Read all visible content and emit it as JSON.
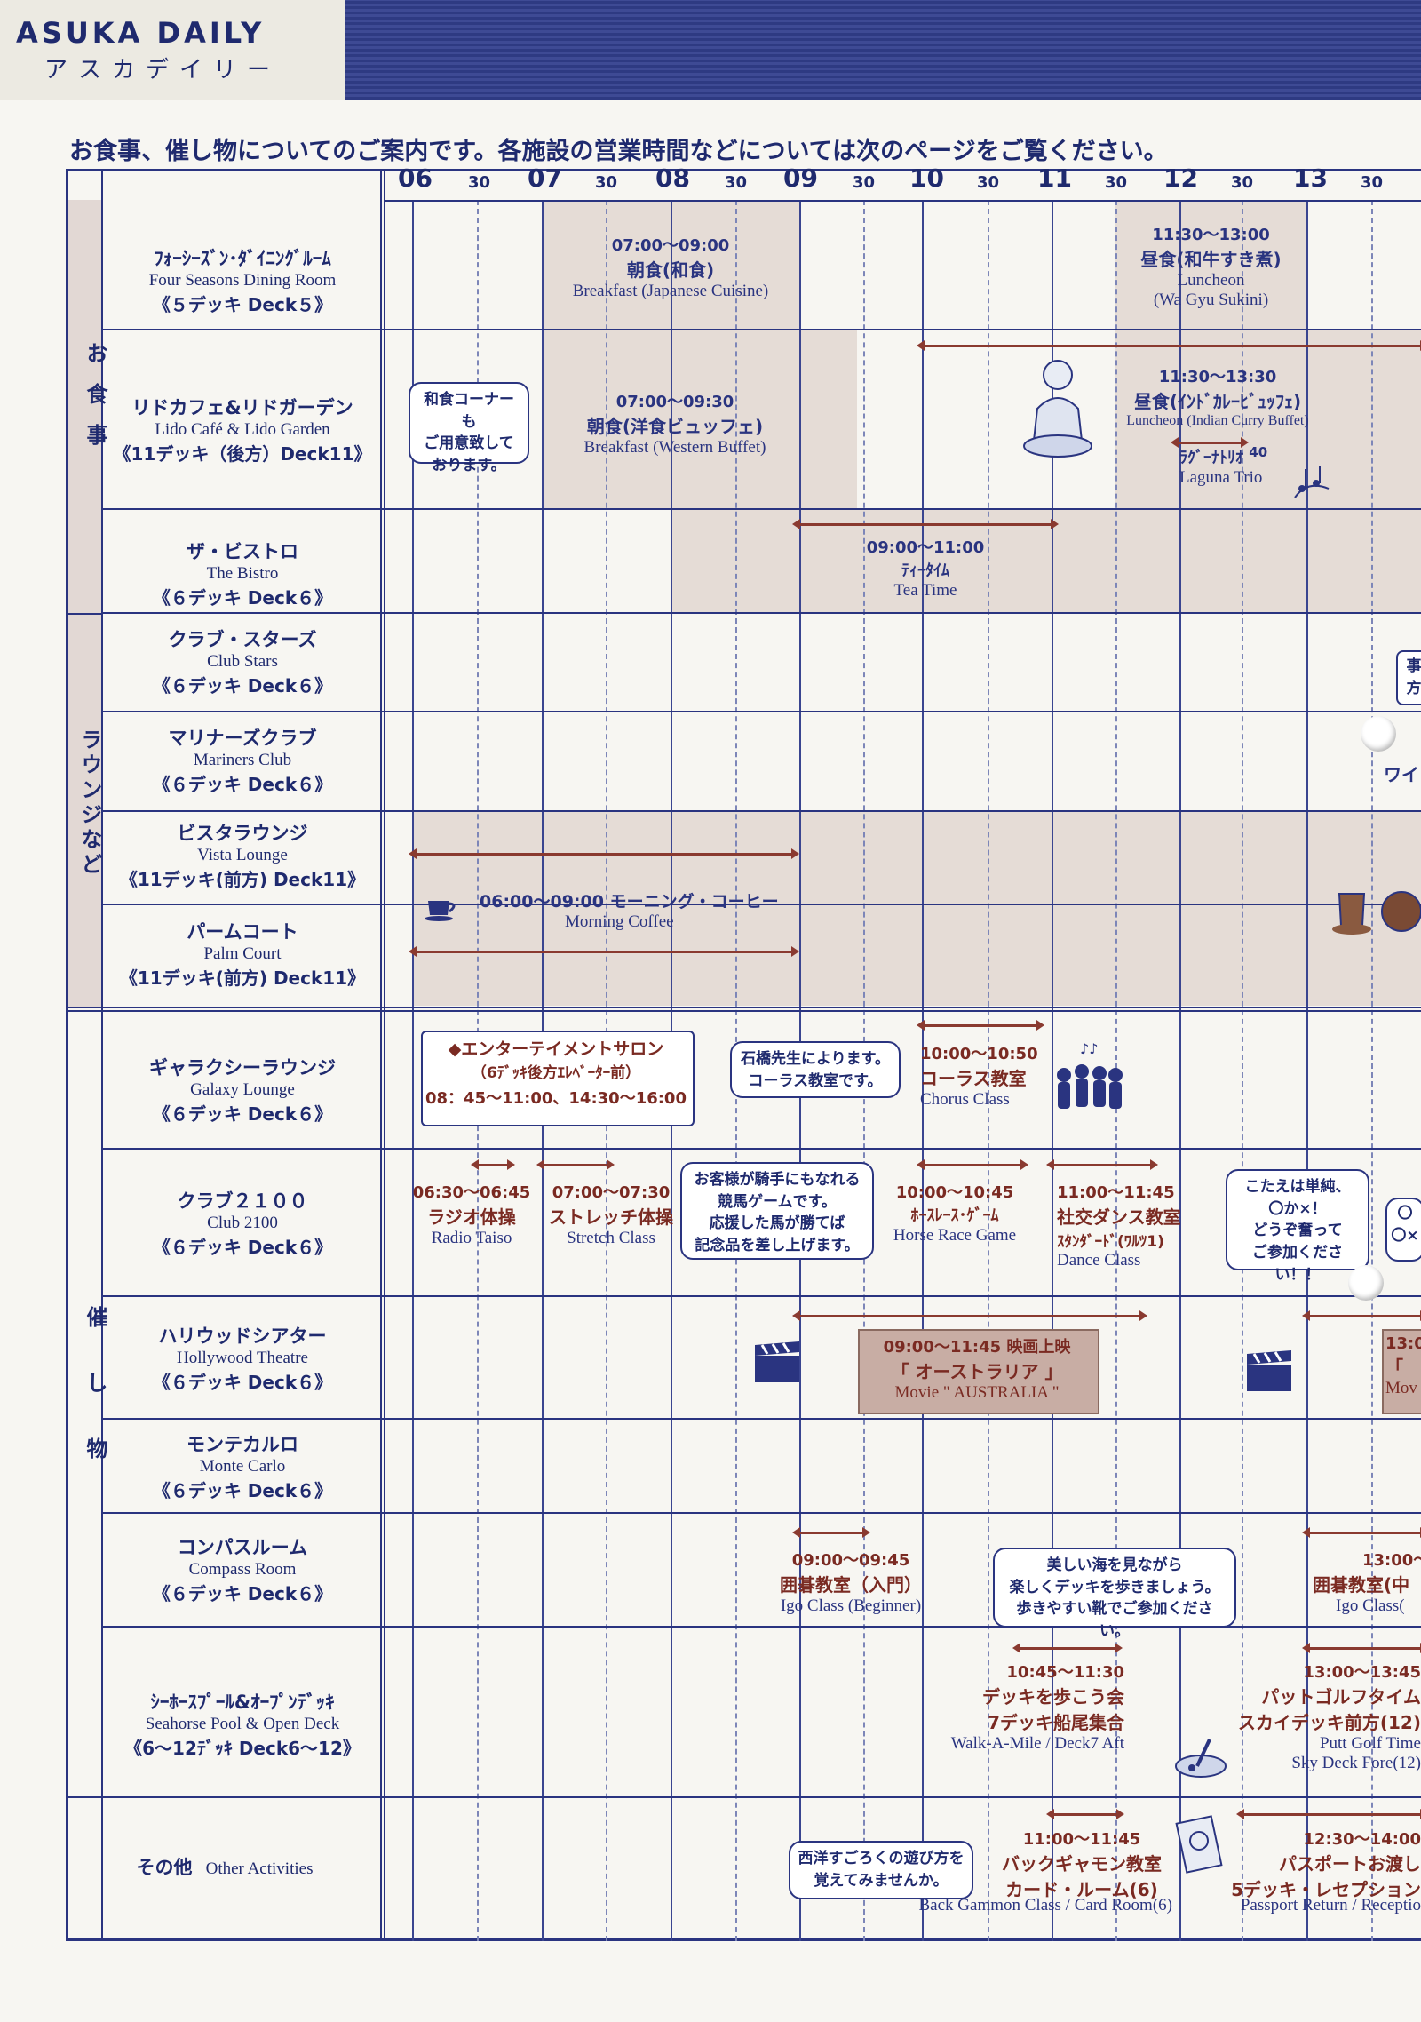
{
  "header": {
    "title": "ASUKA DAILY",
    "subtitle": "アスカデイリー"
  },
  "intro": "お食事、催し物についてのご案内です。各施設の営業時間などについては次のページをご覧ください。",
  "timeline": {
    "hours": [
      "06",
      "07",
      "08",
      "09",
      "10",
      "11",
      "12",
      "13"
    ],
    "half": "30"
  },
  "categories": {
    "dining": "お食事",
    "lounges": "ラウンジなど",
    "events": "催し物"
  },
  "rooms": {
    "four_seasons": {
      "jp": "ﾌｫｰｼｰｽﾞﾝ･ﾀﾞｲﾆﾝｸﾞﾙｰﾑ",
      "en": "Four Seasons Dining Room",
      "deck": "《５デッキ Deck５》"
    },
    "lido": {
      "jp": "リドカフェ&リドガーデン",
      "en": "Lido Café & Lido Garden",
      "deck": "《11デッキ（後方）Deck11》"
    },
    "bistro": {
      "jp": "ザ・ビストロ",
      "en": "The Bistro",
      "deck": "《６デッキ Deck６》"
    },
    "club_stars": {
      "jp": "クラブ・スターズ",
      "en": "Club Stars",
      "deck": "《６デッキ Deck６》"
    },
    "mariners": {
      "jp": "マリナーズクラブ",
      "en": "Mariners Club",
      "deck": "《６デッキ Deck６》"
    },
    "vista": {
      "jp": "ビスタラウンジ",
      "en": "Vista Lounge",
      "deck": "《11デッキ(前方) Deck11》"
    },
    "palm": {
      "jp": "パームコート",
      "en": "Palm Court",
      "deck": "《11デッキ(前方) Deck11》"
    },
    "galaxy": {
      "jp": "ギャラクシーラウンジ",
      "en": "Galaxy Lounge",
      "deck": "《６デッキ Deck６》"
    },
    "club2100": {
      "jp": "クラブ２１００",
      "en": "Club 2100",
      "deck": "《６デッキ Deck６》"
    },
    "hollywood": {
      "jp": "ハリウッドシアター",
      "en": "Hollywood Theatre",
      "deck": "《６デッキ Deck６》"
    },
    "monte": {
      "jp": "モンテカルロ",
      "en": "Monte Carlo",
      "deck": "《６デッキ Deck６》"
    },
    "compass": {
      "jp": "コンパスルーム",
      "en": "Compass Room",
      "deck": "《６デッキ Deck６》"
    },
    "seahorse": {
      "jp": "ｼｰﾎｰｽﾌﾟｰﾙ&ｵｰﾌﾟﾝﾃﾞｯｷ",
      "en": "Seahorse Pool & Open Deck",
      "deck": "《6～12ﾃﾞｯｷ Deck6～12》"
    },
    "other": {
      "jp": "その他",
      "en": "Other Activities"
    }
  },
  "events": {
    "fs_breakfast": {
      "time": "07:00～09:00",
      "jp": "朝食(和食)",
      "en": "Breakfast (Japanese Cuisine)"
    },
    "fs_lunch": {
      "time": "11:30～13:00",
      "jp": "昼食(和牛すき煮)",
      "en": "Luncheon",
      "en2": "(Wa Gyu Sukini)"
    },
    "lido_note": [
      "和食コーナーも",
      "ご用意致して",
      "おります。"
    ],
    "lido_breakfast": {
      "time": "07:00～09:30",
      "jp": "朝食(洋食ビュッフェ)",
      "en": "Breakfast (Western Buffet)"
    },
    "lido_lunch": {
      "time": "11:30～13:30",
      "jp": "昼食(ｲﾝﾄﾞｶﾚｰﾋﾞｭｯﾌｪ)",
      "en": "Luncheon (Indian Curry Buffet)"
    },
    "laguna": {
      "jp": "ﾗｸﾞｰﾅﾄﾘｵ",
      "num": "40",
      "en": "Laguna Trio"
    },
    "tea": {
      "time": "09:00～11:00",
      "jp": "ﾃｨｰﾀｲﾑ",
      "en": "Tea Time"
    },
    "coffee": {
      "jp": "06:00～09:00 モーニング・コーヒー",
      "en": "Morning  Coffee"
    },
    "salon": {
      "title": "◆エンターテイメントサロン",
      "sub": "（6ﾃﾞｯｷ後方ｴﾚﾍﾞｰﾀｰ前）",
      "time": "08：45～11:00、14:30～16:00"
    },
    "chorus_note": [
      "石橋先生によります。",
      "コーラス教室です。"
    ],
    "chorus": {
      "time": "10:00～10:50",
      "jp": "コーラス教室",
      "en": "Chorus Class"
    },
    "radio": {
      "time": "06:30～06:45",
      "jp": "ラジオ体操",
      "en": "Radio Taiso"
    },
    "stretch": {
      "time": "07:00～07:30",
      "jp": "ストレッチ体操",
      "en": "Stretch Class"
    },
    "horse_note": [
      "お客様が騎手にもなれる",
      "競馬ゲームです。",
      "応援した馬が勝てば",
      "記念品を差し上げます。"
    ],
    "horse": {
      "time": "10:00～10:45",
      "jp": "ﾎｰｽﾚｰｽ･ｹﾞｰﾑ",
      "en": "Horse Race Game"
    },
    "dance": {
      "time": "11:00～11:45",
      "jp": "社交ダンス教室",
      "jp2": "ｽﾀﾝﾀﾞｰﾄﾞ(ﾜﾙﾂ1)",
      "en": "Dance Class"
    },
    "quiz_note": [
      "こたえは単純、",
      "〇か×！",
      "どうぞ奮って",
      "ご参加ください！！"
    ],
    "movie": {
      "time": "09:00～11:45  映画上映",
      "jp": "「 オーストラリア 」",
      "en": "Movie \" AUSTRALIA \""
    },
    "movie2": {
      "time": "13:0",
      "jp": "「",
      "en": "Mov"
    },
    "igo": {
      "time": "09:00～09:45",
      "jp": "囲碁教室（入門）",
      "en": "Igo Class (Beginner)"
    },
    "igo2": {
      "time": "13:00～",
      "jp": "囲碁教室(中",
      "en": "Igo Class("
    },
    "walk_note": [
      "美しい海を見ながら",
      "楽しくデッキを歩きましょう。",
      "歩きやすい靴でご参加ください。"
    ],
    "walk": {
      "time": "10:45～11:30",
      "jp": "デッキを歩こう会",
      "jp2": "7デッキ船尾集合",
      "en": "Walk-A-Mile / Deck7 Aft"
    },
    "putt": {
      "time": "13:00～13:45",
      "jp": "パットゴルフタイム",
      "jp2": "スカイデッキ前方(12)",
      "en": "Putt Golf Time",
      "en2": "Sky Deck Fore(12)"
    },
    "bg_note": [
      "西洋すごろくの遊び方を",
      "覚えてみませんか。"
    ],
    "backgammon": {
      "time": "11:00～11:45",
      "jp": "バックギャモン教室",
      "jp2": "カード・ルーム(6)",
      "en": "Back Gammon Class / Card Room(6)"
    },
    "passport": {
      "time": "12:30～14:00",
      "jp": "パスポートお渡し",
      "jp2": "5デッキ・レセプション",
      "en": "Passport Return / Receptio"
    },
    "edge": {
      "a": "事",
      "b": "方",
      "c": "ワイ",
      "d": "〇",
      "e": "〇×"
    }
  }
}
